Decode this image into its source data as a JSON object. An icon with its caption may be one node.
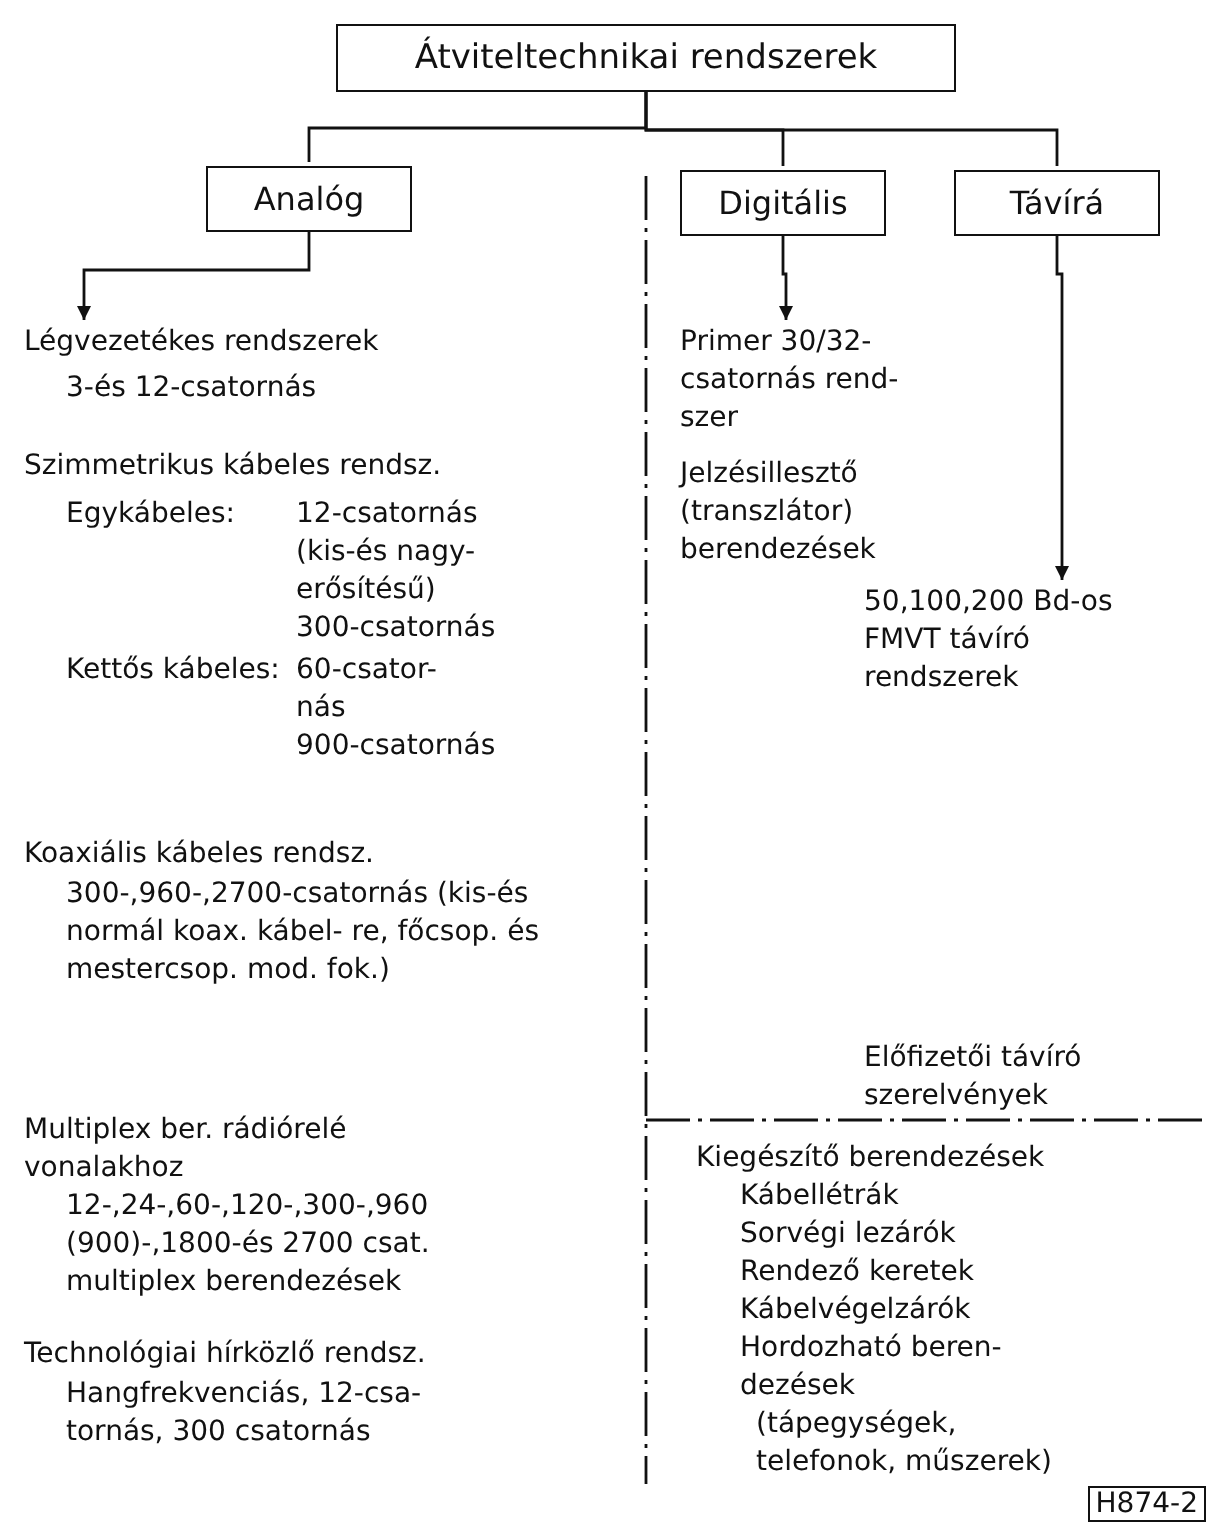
{
  "diagram": {
    "nodes": [
      {
        "text": [
          "Átviteltechnikai rendszerek"
        ]
      },
      {
        "text": [
          "Analóg"
        ]
      },
      {
        "text": [
          "Digitális"
        ]
      },
      {
        "text": [
          "Távírá"
        ]
      },
      {
        "text": [
          "Légvezetékes rendszerek",
          "3-és 12-csatornás"
        ]
      },
      {
        "text": [
          "Primer 30/32- csatornás rend- szer"
        ]
      },
      {
        "text": [
          "50,100,200 Bd-os FMVT távíró rendszerek"
        ]
      }
    ],
    "edges": [
      {
        "from": 0,
        "to": 1,
        "arrow": "none"
      },
      {
        "from": 0,
        "to": 2,
        "arrow": "none"
      },
      {
        "from": 0,
        "to": 3,
        "arrow": "none"
      },
      {
        "from": 1,
        "to": 4,
        "arrow": "to"
      },
      {
        "from": 2,
        "to": 5,
        "arrow": "to"
      },
      {
        "from": 3,
        "to": 6,
        "arrow": "to"
      }
    ],
    "labels": [
      "Szimmetrikus kábeles rendsz.",
      "Egykábeles:",
      "12-csatornás (kis-és nagy- erősítésű)",
      "300-csatornás",
      "Kettős kábeles:",
      "60-csator- nás",
      "900-csatornás",
      "Koaxiális kábeles rendsz.",
      "300-,960-,2700-csatornás (kis-és normál koax. kábel- re, főcsop. és mestercsop. mod. fok.)",
      "Multiplex ber. rádiórelé vonalakhoz",
      "12-,24-,60-,120-,300-,960 (900)-,1800-és 2700 csat. multiplex berendezések",
      "Technológiai hírközlő rendsz.",
      "Hangfrekvenciás, 12-csa- tornás, 300 csatornás",
      "Jelzésillesztő (transzlátor) berendezések",
      "Előfizetői távíró szerelvények",
      "Kiegészítő berendezések",
      "Kábellétrák",
      "Sorvégi lezárók",
      "Rendező keretek",
      "Kábelvégelzárók",
      "Hordozható beren- dezések",
      "(tápegységek, telefonok, műszerek)",
      "H874-2"
    ]
  }
}
